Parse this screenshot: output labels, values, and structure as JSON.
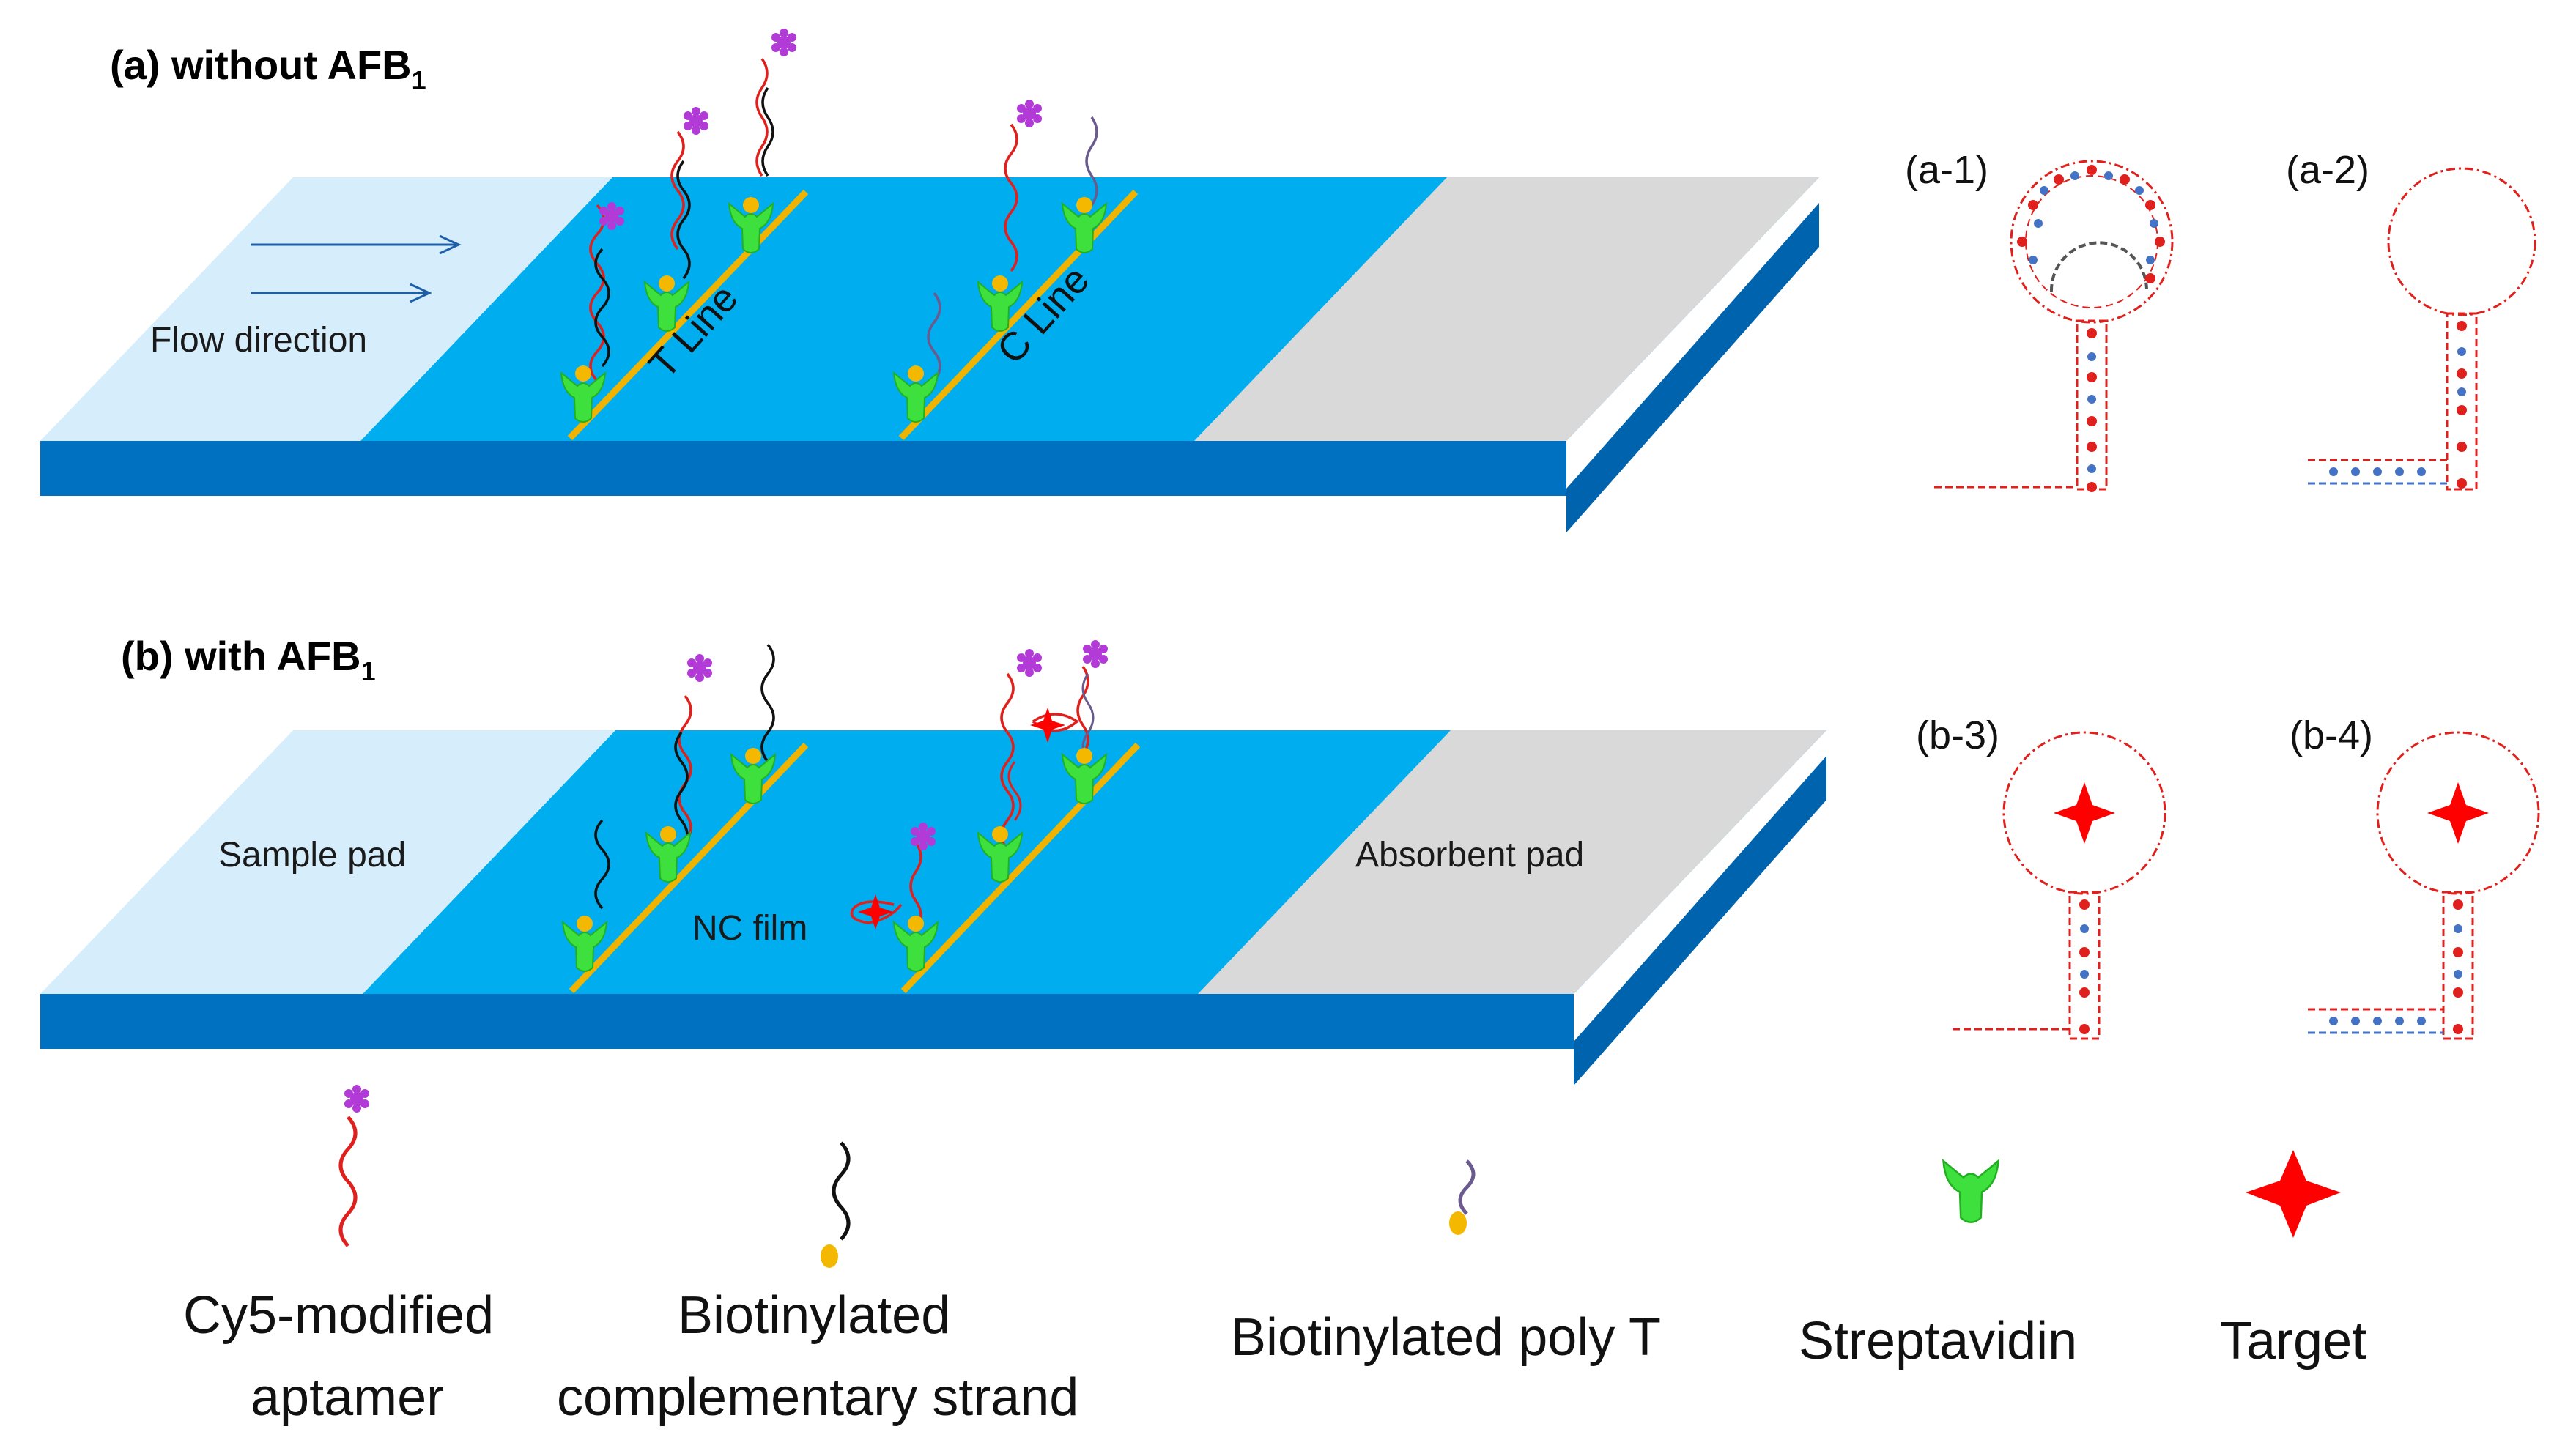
{
  "panel_a": {
    "title": "(a) without AFB",
    "subscript": "1"
  },
  "panel_b": {
    "title": "(b) with AFB",
    "subscript": "1"
  },
  "strip_labels": {
    "flow_direction": "Flow direction",
    "t_line": "T Line",
    "c_line": "C Line",
    "sample_pad": "Sample pad",
    "nc_film": "NC film",
    "absorbent_pad": "Absorbent pad"
  },
  "hairpin_labels": {
    "a1": "(a-1)",
    "a2": "(a-2)",
    "b3": "(b-3)",
    "b4": "(b-4)"
  },
  "legend": {
    "aptamer": [
      "Cy5-modified",
      "aptamer"
    ],
    "complementary": [
      "Biotinylated",
      "complementary strand"
    ],
    "polyT": "Biotinylated poly T",
    "streptavidin": "Streptavidin",
    "target": "Target"
  },
  "colors": {
    "nc_film": "#00aeef",
    "strip_base": "#0070c0",
    "sample_pad": "#d6eefb",
    "absorbent_pad": "#d9d9d9",
    "line": "#f0b400",
    "aptamer": "#e0201c",
    "complementary": "#111111",
    "poly_t": "#6b5a8e",
    "cy5": "#b23ad6",
    "streptavidin": "#3ee03e",
    "biotin": "#f5b800",
    "target": "#ff0000",
    "dot_blue": "#4472c4"
  }
}
